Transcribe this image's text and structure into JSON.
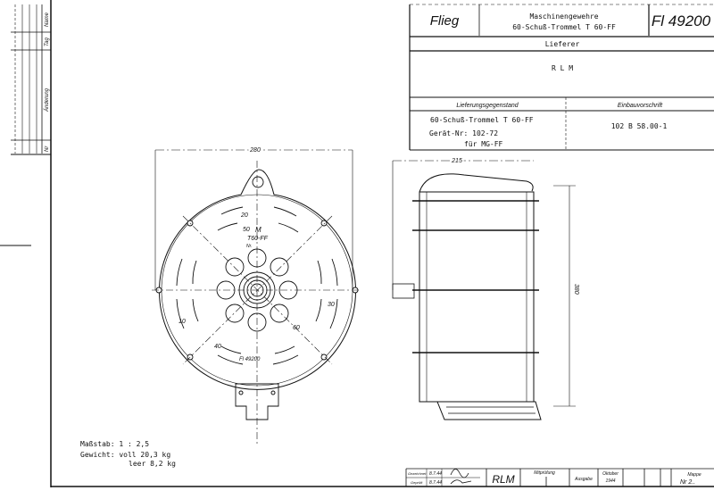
{
  "revision_strip": {
    "col_name": "Name",
    "col_tag": "Tag",
    "col_change": "Änderung",
    "col_nr": "Nr"
  },
  "title_block": {
    "maker": "Flieg",
    "title_line1": "Maschinengewehre",
    "title_line2": "60-Schuß-Trommel T 60-FF",
    "drawing_number": "Fl 49200",
    "supplier_label": "Lieferer",
    "supplier": "R L M",
    "item_label": "Lieferungsgegenstand",
    "install_label": "Einbauvorschrift",
    "item_line1": "60-Schuß-Trommel T 60-FF",
    "item_line2": "Gerät-Nr: 102-72",
    "item_line3": "für MG-FF",
    "install_ref": "102 B 58.00-1"
  },
  "front_view": {
    "dim_width": "280",
    "marks": [
      "20",
      "50",
      "M",
      "T60-FF",
      "Nr.",
      "30",
      "60",
      "10",
      "40"
    ],
    "part_number": "Fl 49200"
  },
  "side_view": {
    "dim_width": "215",
    "dim_height": "380"
  },
  "notes": {
    "scale": "Maßstab: 1 : 2,5",
    "weight_full": "Gewicht: voll 20,3 kg",
    "weight_empty": "leer  8,2 kg"
  },
  "bottom_block": {
    "drawn_label": "Gezeichnet",
    "drawn_date": "8.7.44",
    "checked_label": "Geprüft",
    "checked_date": "8.7.44",
    "authority": "RLM",
    "co_check_label": "Mitprüfung",
    "issue_label": "Ausgabe",
    "issue_month": "Oktober",
    "issue_year": "1944",
    "folder_label": "Mappe",
    "folder_nr": "Nr 2.."
  }
}
